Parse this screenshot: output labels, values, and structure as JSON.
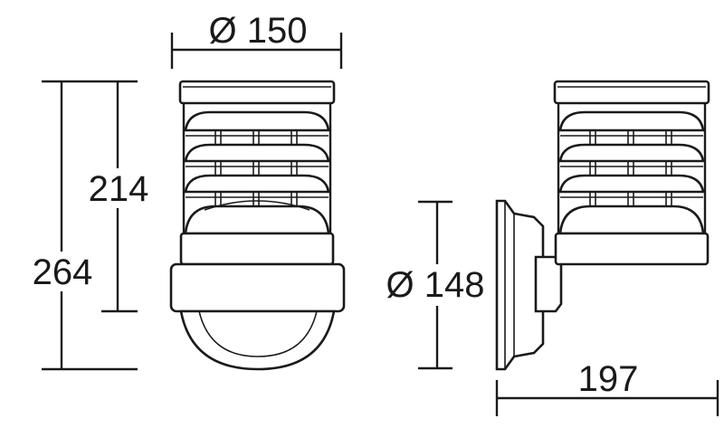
{
  "dimensions": {
    "top_diameter": "Ø 150",
    "height_inner": "214",
    "height_total": "264",
    "base_diameter": "Ø 148",
    "projection": "197"
  }
}
